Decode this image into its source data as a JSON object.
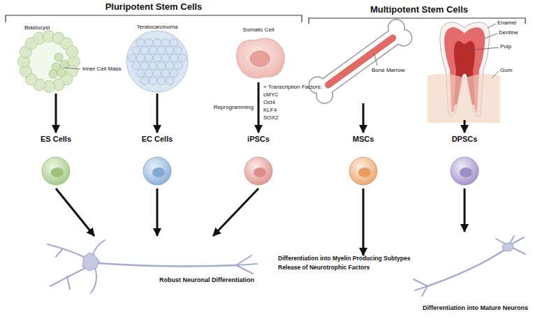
{
  "diagram": {
    "nodes": [
      {
        "text": [
          "Blastocyst",
          "Inner Cell Mass"
        ]
      },
      {
        "text": [
          "Teratocarcinoma"
        ]
      },
      {
        "text": [
          "Somatic Cell"
        ]
      },
      {
        "text": [
          "Bone Marrow"
        ]
      },
      {
        "text": [
          "Enamel",
          "Dentine",
          "Pulp",
          "Gum"
        ]
      },
      {
        "text": [
          "ES Cells"
        ]
      },
      {
        "text": [
          "EC Cells"
        ]
      },
      {
        "text": [
          "iPSCs"
        ]
      },
      {
        "text": [
          "MSCs"
        ]
      },
      {
        "text": [
          "DPSCs"
        ]
      },
      {
        "text": [
          "Robust Neuronal Differentiation"
        ]
      },
      {
        "text": [
          "Differentiation into Myelin Producing Subtypes",
          "Release of Neurotrophic Factors"
        ]
      },
      {
        "text": [
          "Differentiation into Mature Neurons"
        ]
      }
    ],
    "edges": [
      {
        "from": 0,
        "to": 5,
        "arrow": "to"
      },
      {
        "from": 1,
        "to": 6,
        "arrow": "to"
      },
      {
        "from": 2,
        "to": 7,
        "label": "Reprogramming",
        "arrow": "to"
      },
      {
        "from": 3,
        "to": 8,
        "arrow": "to"
      },
      {
        "from": 4,
        "to": 9,
        "arrow": "to"
      },
      {
        "from": 5,
        "to": 10,
        "arrow": "to"
      },
      {
        "from": 6,
        "to": 10,
        "arrow": "to"
      },
      {
        "from": 7,
        "to": 10,
        "arrow": "to"
      },
      {
        "from": 8,
        "to": 11,
        "arrow": "to"
      },
      {
        "from": 9,
        "to": 12,
        "arrow": "to"
      }
    ],
    "labels": [
      "Pluripotent Stem Cells",
      "Multipotent Stem Cells",
      "+ Transcription Factors:",
      "cMYC",
      "Oct4",
      "KLF4",
      "SOX2"
    ]
  }
}
